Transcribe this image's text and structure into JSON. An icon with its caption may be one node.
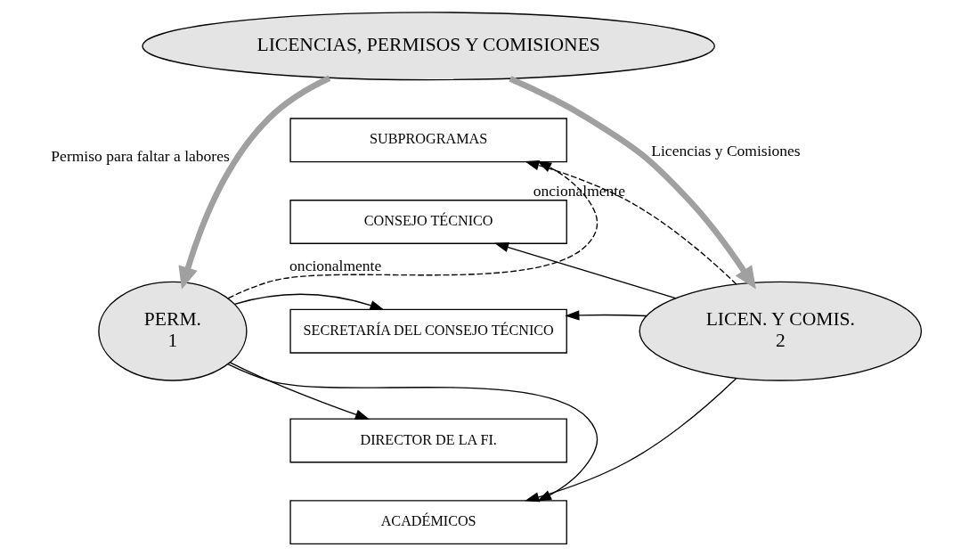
{
  "diagram": {
    "nodes": [
      {
        "text": [
          "LICENCIAS, PERMISOS Y COMISIONES"
        ]
      },
      {
        "text": [
          "PERM.",
          "1"
        ]
      },
      {
        "text": [
          "LICEN. Y COMIS.",
          "2"
        ]
      },
      {
        "text": [
          "SUBPROGRAMAS"
        ]
      },
      {
        "text": [
          "CONSEJO TÉCNICO"
        ]
      },
      {
        "text": [
          "SECRETARÍA DEL CONSEJO TÉCNICO"
        ]
      },
      {
        "text": [
          "DIRECTOR DE LA FI."
        ]
      },
      {
        "text": [
          "ACADÉMICOS"
        ]
      }
    ],
    "edges": [
      {
        "from": 0,
        "to": 1,
        "arrow": "to",
        "label": "Permiso para faltar a labores",
        "style": "thick",
        "color": "#a0a0a0"
      },
      {
        "from": 0,
        "to": 2,
        "arrow": "to",
        "label": "Licencias y Comisiones",
        "style": "thick",
        "color": "#a0a0a0"
      },
      {
        "from": 1,
        "to": 3,
        "arrow": "to",
        "label": "oncionalmente",
        "style": "dashed"
      },
      {
        "from": 2,
        "to": 3,
        "arrow": "to",
        "label": "oncionalmente",
        "style": "dashed"
      },
      {
        "from": 1,
        "to": 5,
        "arrow": "to"
      },
      {
        "from": 1,
        "to": 6,
        "arrow": "to"
      },
      {
        "from": 1,
        "to": 7,
        "arrow": "to"
      },
      {
        "from": 2,
        "to": 4,
        "arrow": "to"
      },
      {
        "from": 2,
        "to": 5,
        "arrow": "to"
      },
      {
        "from": 2,
        "to": 7,
        "arrow": "to"
      }
    ]
  }
}
